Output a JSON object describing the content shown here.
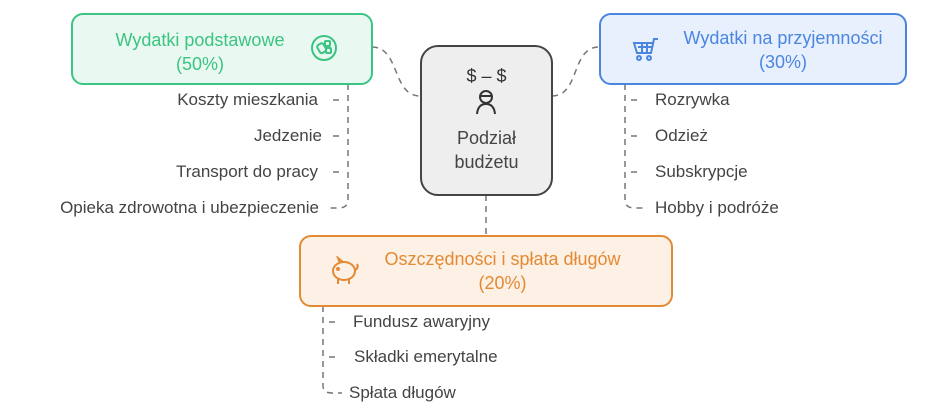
{
  "center": {
    "line1": "Podział",
    "line2": "budżetu",
    "icon_label": "$ – $",
    "icon": "person-dollar-icon"
  },
  "essentials": {
    "title": "Wydatki podstawowe",
    "percent": "(50%)",
    "icon": "food-icon",
    "color": "#3cc482",
    "bg": "#e9f8f0",
    "items": [
      "Koszty mieszkania",
      "Jedzenie",
      "Transport do pracy",
      "Opieka zdrowotna i ubezpieczenie"
    ]
  },
  "wants": {
    "title": "Wydatki na przyjemności",
    "percent": "(30%)",
    "icon": "shopping-cart-icon",
    "color": "#4a86e0",
    "bg": "#e8f0fd",
    "items": [
      "Rozrywka",
      "Odzież",
      "Subskrypcje",
      "Hobby i podróże"
    ]
  },
  "savings": {
    "title": "Oszczędności i spłata długów",
    "percent": "(20%)",
    "icon": "piggy-bank-icon",
    "color": "#e38a34",
    "bg": "#fdf0e4",
    "items": [
      "Fundusz awaryjny",
      "Składki emerytalne",
      "Spłata długów"
    ]
  }
}
